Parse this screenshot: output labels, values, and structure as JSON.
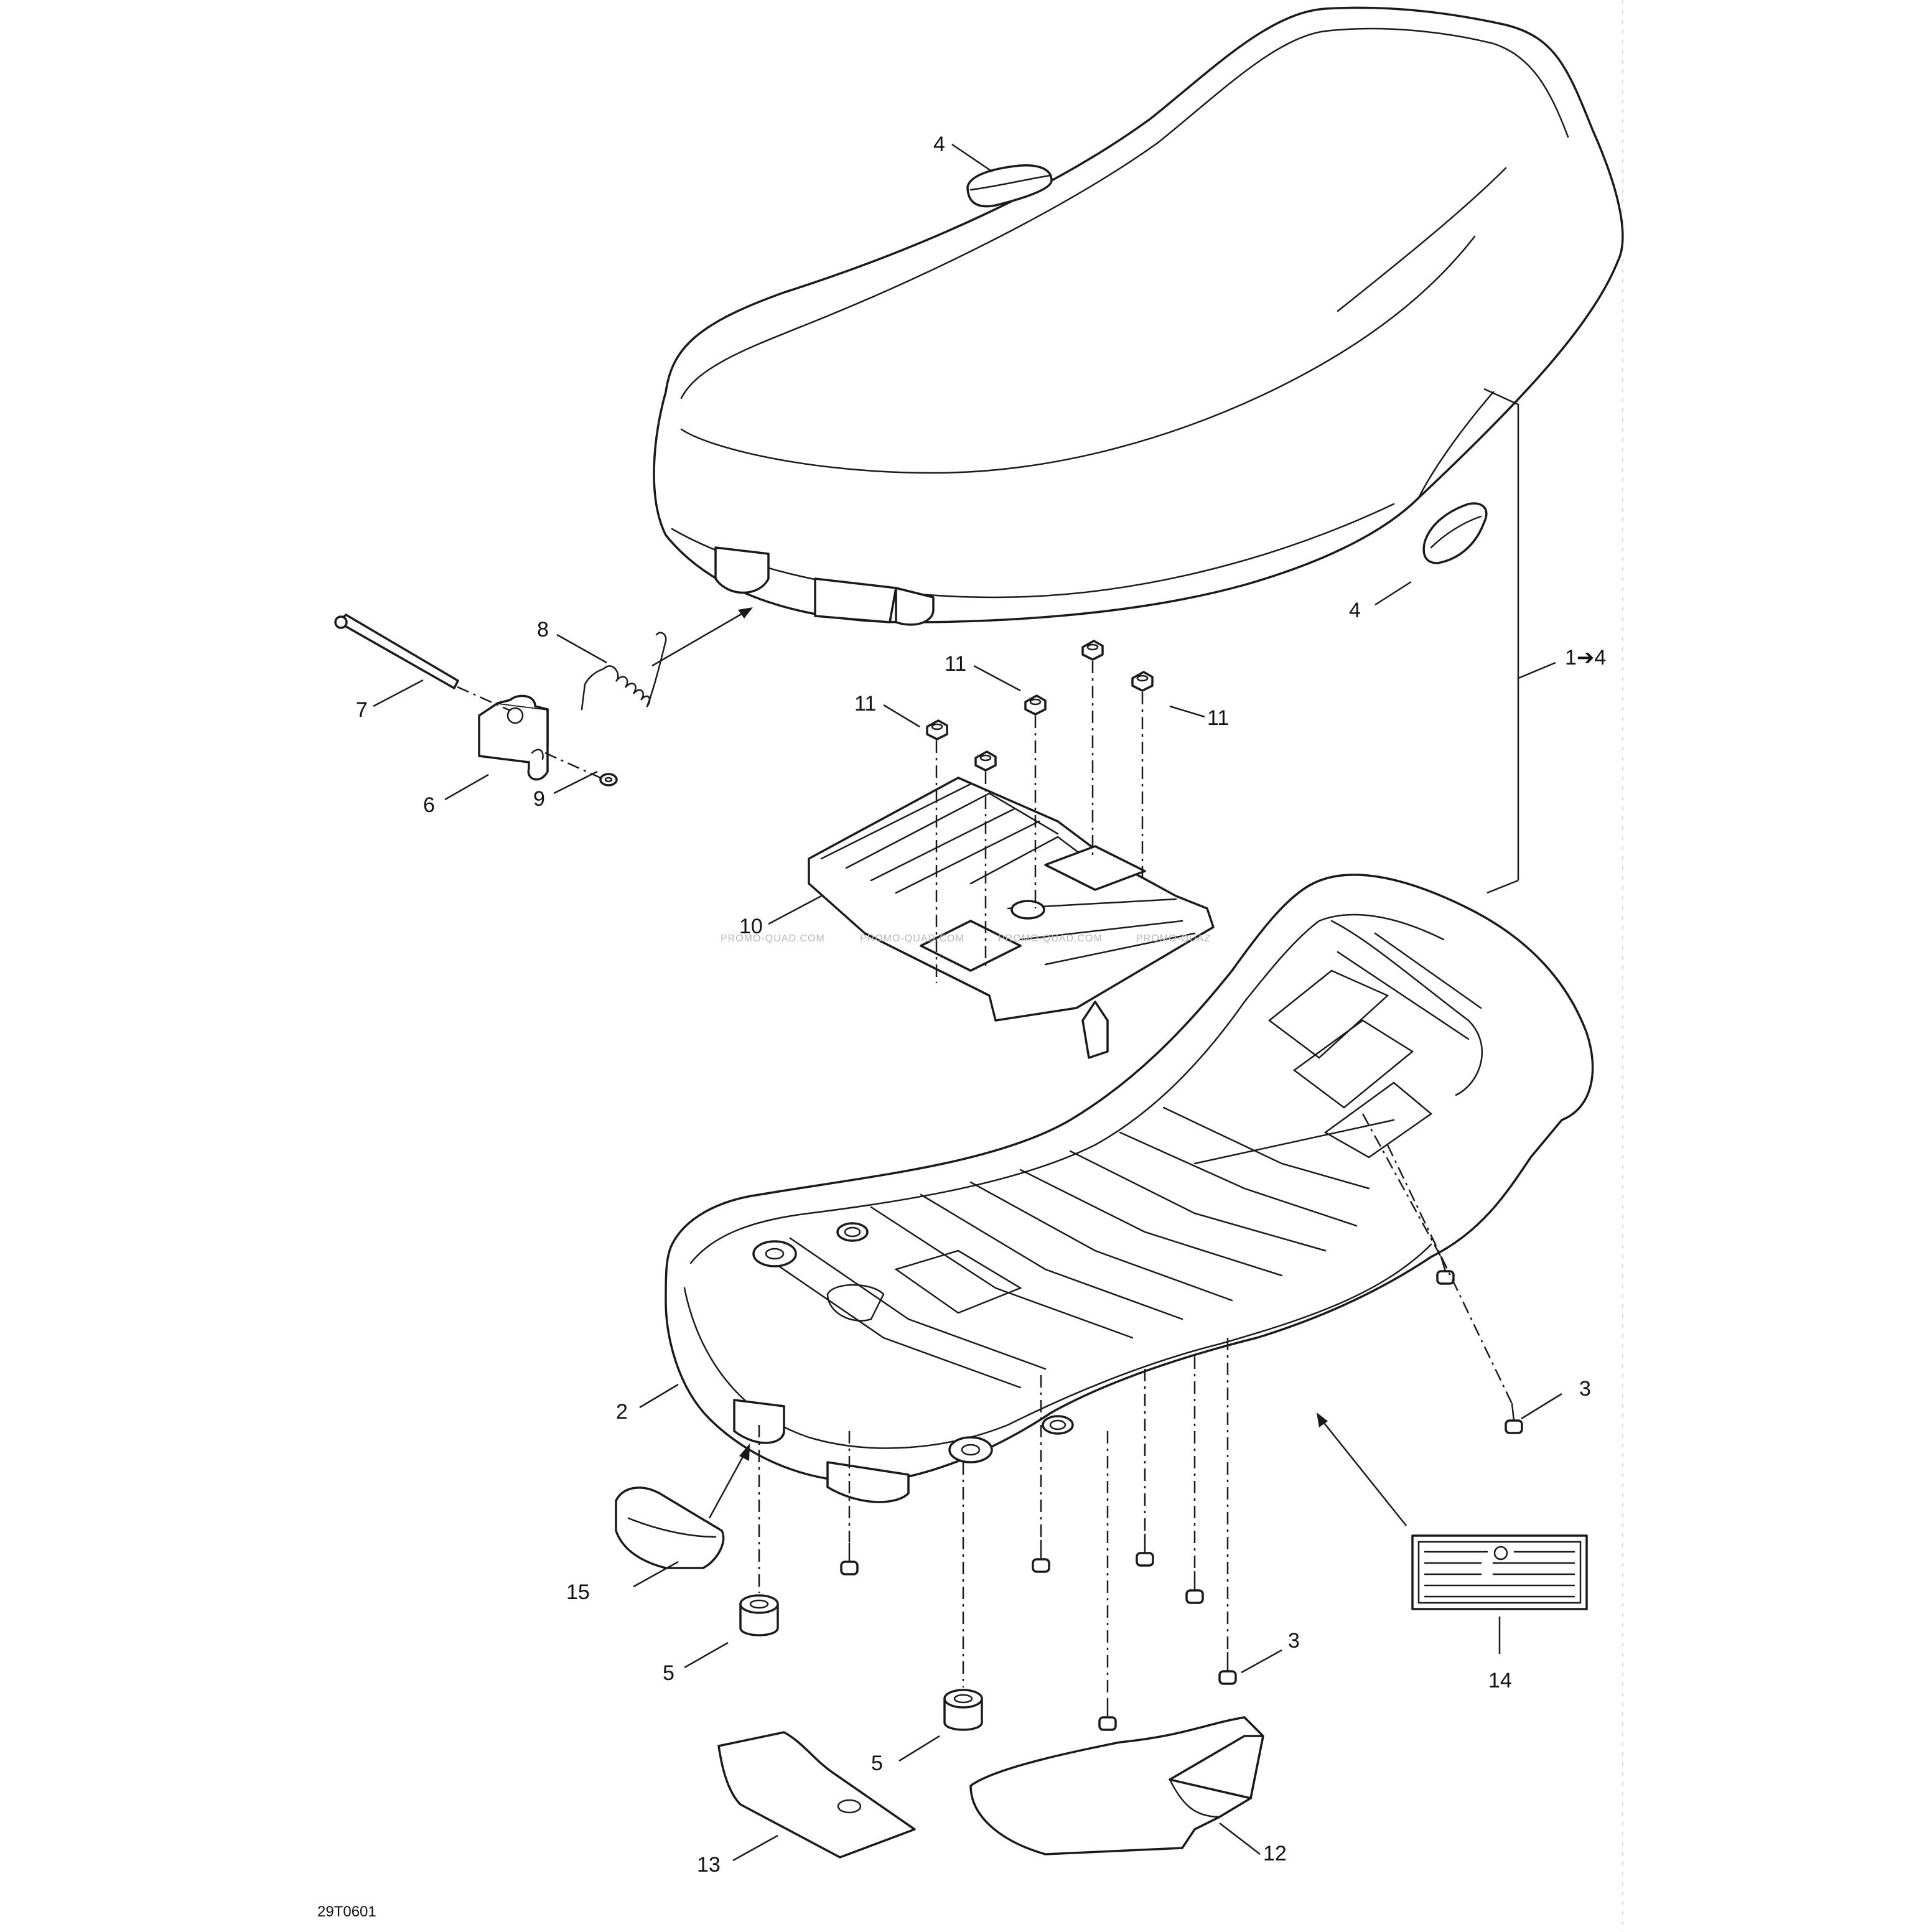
{
  "diagram": {
    "drawing_code": "29T0601",
    "watermark": [
      "PROMO-QUAD.COM",
      "PROMO-QUAD.COM",
      "PROMO-QUAD.COM",
      "PROMO-QUAZ"
    ],
    "callouts": {
      "c4a": "4",
      "c4b": "4",
      "c1to4": "1➔4",
      "c8": "8",
      "c7": "7",
      "c6": "6",
      "c9": "9",
      "c11a": "11",
      "c11b": "11",
      "c11c": "11",
      "c10": "10",
      "c2": "2",
      "c3a": "3",
      "c3b": "3",
      "c15": "15",
      "c5a": "5",
      "c5b": "5",
      "c14": "14",
      "c13": "13",
      "c12": "12"
    }
  }
}
